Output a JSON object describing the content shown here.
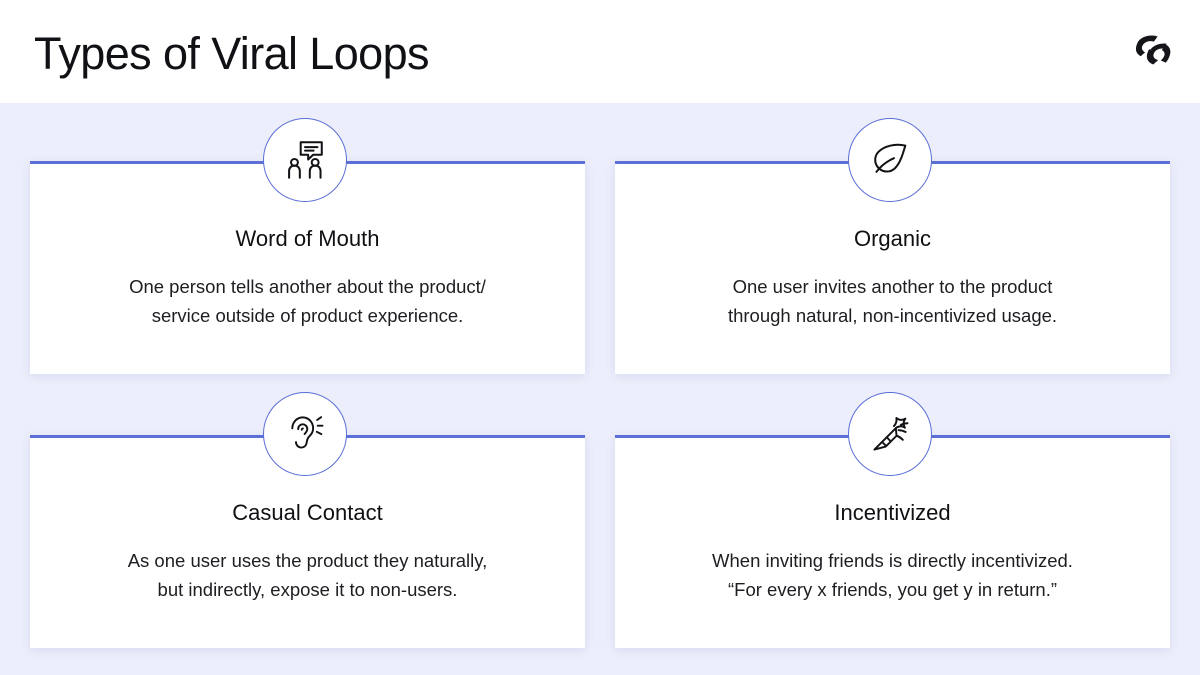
{
  "header": {
    "title": "Types of Viral Loops",
    "logo_name": "brand-logo-double-r"
  },
  "theme": {
    "page_background": "#eceefb",
    "header_background": "#ffffff",
    "card_background": "#ffffff",
    "accent": "#5c6fd6",
    "title_color": "#101114",
    "body_text_color": "#1d1e22"
  },
  "cards": [
    {
      "id": "word-of-mouth",
      "icon": "two-people-speech-bubble-icon",
      "title": "Word of Mouth",
      "description": "One person tells another about the product/\nservice outside of product experience."
    },
    {
      "id": "organic",
      "icon": "leaf-icon",
      "title": "Organic",
      "description": "One user invites another to the product\nthrough natural, non-incentivized usage."
    },
    {
      "id": "casual-contact",
      "icon": "ear-listening-icon",
      "title": "Casual Contact",
      "description": "As one user uses the product they naturally,\nbut indirectly, expose it to non-users."
    },
    {
      "id": "incentivized",
      "icon": "carrot-icon",
      "title": "Incentivized",
      "description": "When inviting friends is directly incentivized.\n“For every x friends, you get y in return.”"
    }
  ]
}
